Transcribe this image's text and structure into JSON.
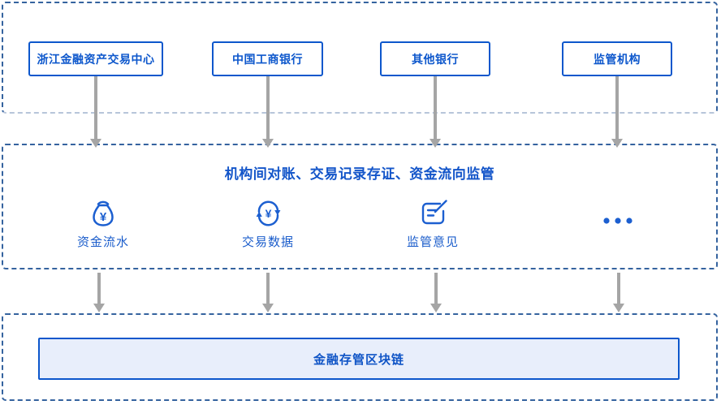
{
  "diagram": {
    "top_section": {
      "nodes": [
        {
          "label": "浙江金融资产交易中心"
        },
        {
          "label": "中国工商银行"
        },
        {
          "label": "其他银行"
        },
        {
          "label": "监管机构"
        }
      ]
    },
    "middle_section": {
      "title": "机构间对账、交易记录存证、资金流向监管",
      "items": [
        {
          "icon": "money-bag-icon",
          "label": "资金流水"
        },
        {
          "icon": "exchange-cycle-icon",
          "label": "交易数据"
        },
        {
          "icon": "document-edit-icon",
          "label": "监管意见"
        },
        {
          "icon": "ellipsis-icon",
          "label": ""
        }
      ]
    },
    "bottom_section": {
      "chain_label": "金融存管区块链"
    },
    "colors": {
      "node_blue": "#0d57cc",
      "icon_blue": "#1c5fd0",
      "title_blue": "#1355c9",
      "dashed_border": "#35639f",
      "dashed_border_light": "#b7c5da",
      "arrow_gray": "#a5a5a5",
      "chain_box_fill": "#e8eefb"
    }
  }
}
